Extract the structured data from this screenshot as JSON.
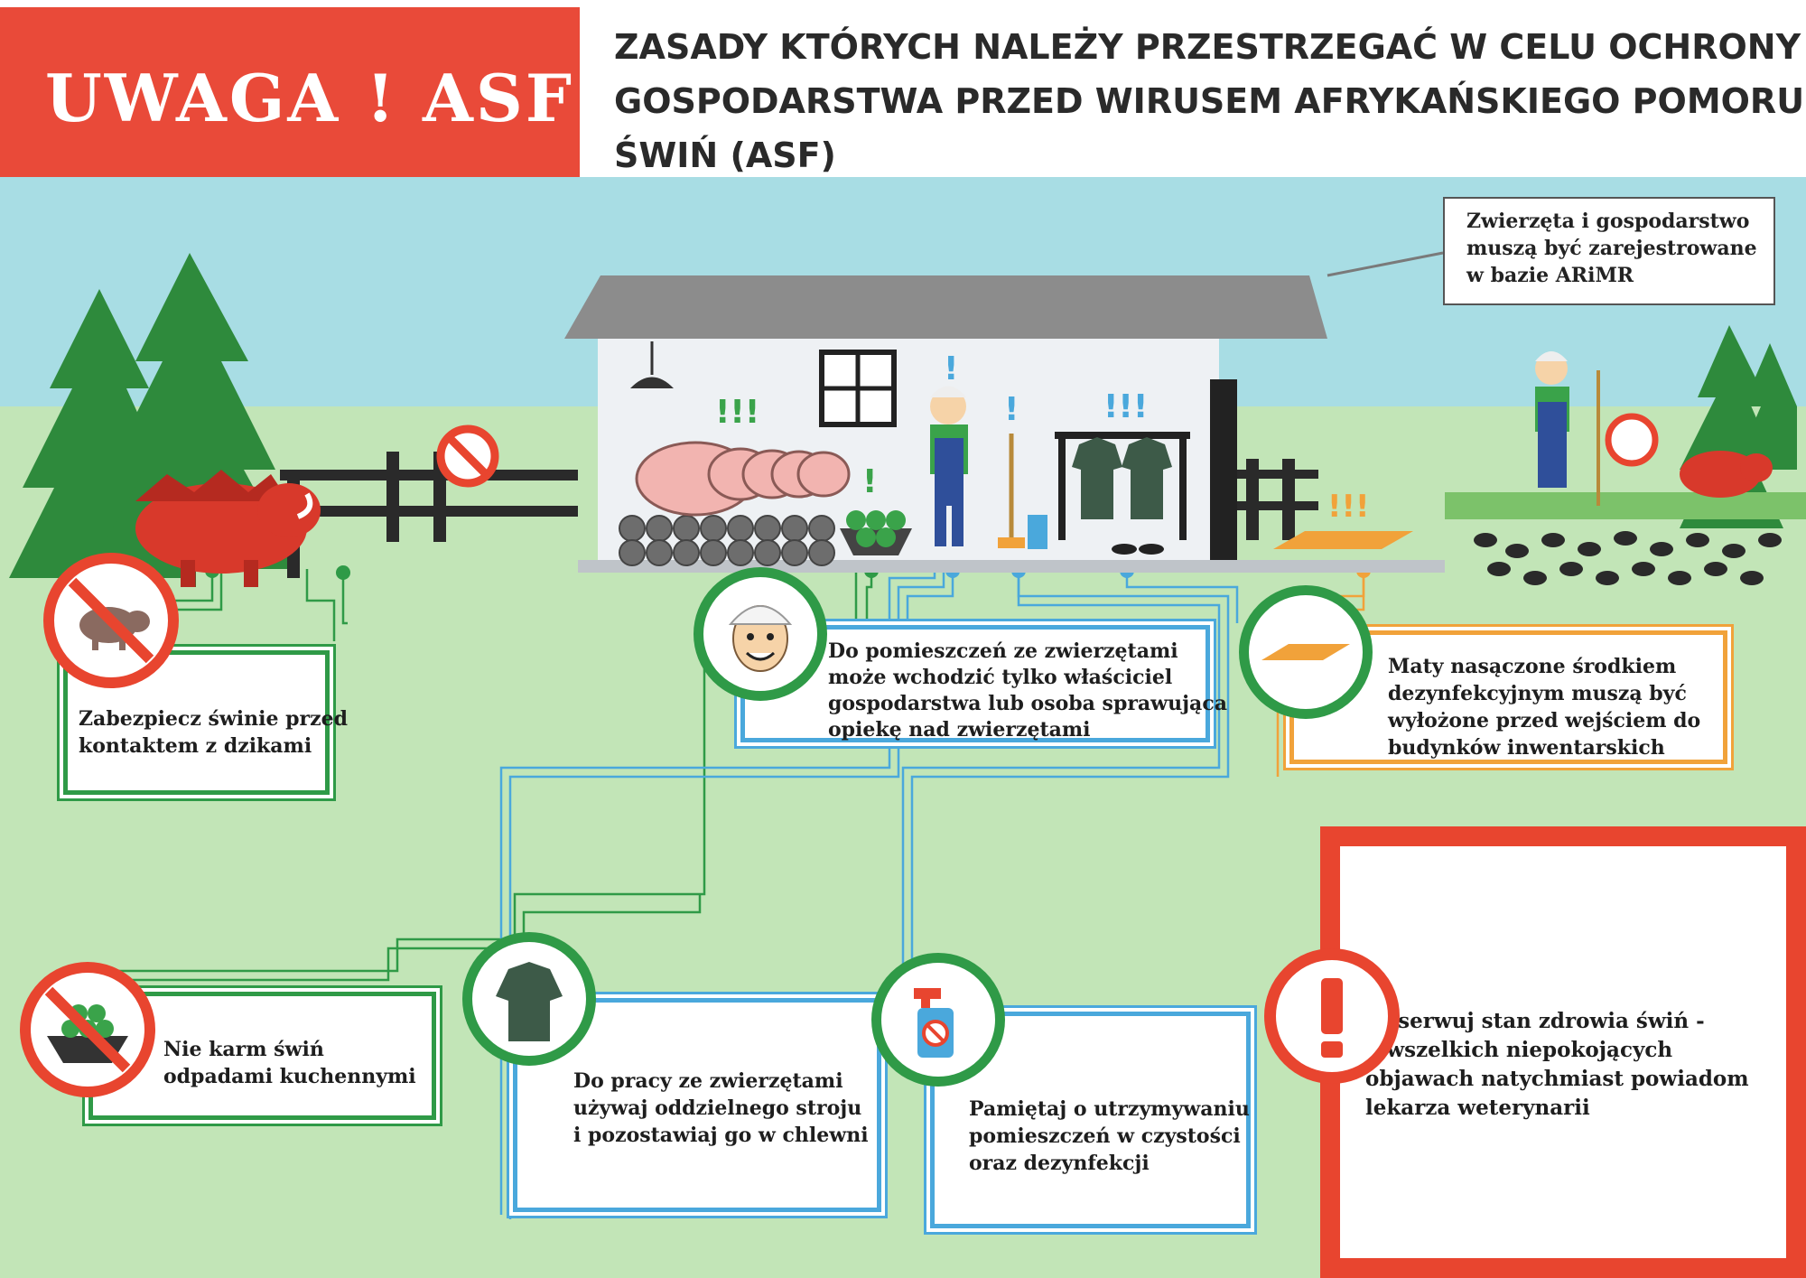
{
  "banner": {
    "text": "UWAGA ! ASF",
    "color": "#e94a39"
  },
  "headline": {
    "lines": [
      "ZASADY KTÓRYCH NALEŻY PRZESTRZEGAĆ W CELU OCHRONY",
      "GOSPODARSTWA PRZED WIRUSEM AFRYKAŃSKIEGO POMORU",
      "ŚWIŃ (ASF)"
    ]
  },
  "registration": {
    "lines": [
      "Zwierzęta i gospodarstwo",
      "muszą być zarejestrowane",
      "w bazie ARiMR"
    ]
  },
  "rules": {
    "wild_boar": {
      "lines": [
        "Zabezpiecz świnie przed",
        "kontaktem z dzikami"
      ],
      "icon": "no-wild-boar-icon"
    },
    "owner_only": {
      "lines": [
        "Do pomieszczeń ze zwierzętami",
        "może wchodzić tylko właściciel",
        "gospodarstwa lub osoba sprawująca",
        "opiekę nad zwierzętami"
      ],
      "icon": "farmer-face-icon"
    },
    "mats": {
      "lines": [
        "Maty nasączone środkiem",
        "dezynfekcyjnym muszą być",
        "wyłożone przed wejściem do",
        "budynków inwentarskich"
      ],
      "icon": "disinfection-mat-icon"
    },
    "kitchen_waste": {
      "lines": [
        "Nie karm świń",
        "odpadami kuchennymi"
      ],
      "icon": "no-kitchen-waste-icon"
    },
    "clothing": {
      "lines": [
        "Do pracy ze zwierzętami",
        "używaj oddzielnego stroju",
        "i pozostawiaj go w chlewni"
      ],
      "icon": "work-shirt-icon"
    },
    "cleanliness": {
      "lines": [
        "Pamiętaj o utrzymywaniu",
        "pomieszczeń w czystości",
        "oraz dezynfekcji"
      ],
      "icon": "spray-bottle-icon"
    },
    "health": {
      "lines": [
        "Obserwuj stan zdrowia świń -",
        "o wszelkich niepokojących",
        "objawach natychmiast powiadom",
        "lekarza weterynarii"
      ],
      "icon": "exclamation-icon"
    }
  },
  "colors": {
    "sky": "#a8dde4",
    "grass": "#c2e5b7",
    "green": "#2f9a47",
    "blue": "#4aa8dc",
    "orange": "#f1a23a",
    "red": "#e8452f",
    "boar": "#d8392b",
    "pig": "#f2b4b0"
  }
}
